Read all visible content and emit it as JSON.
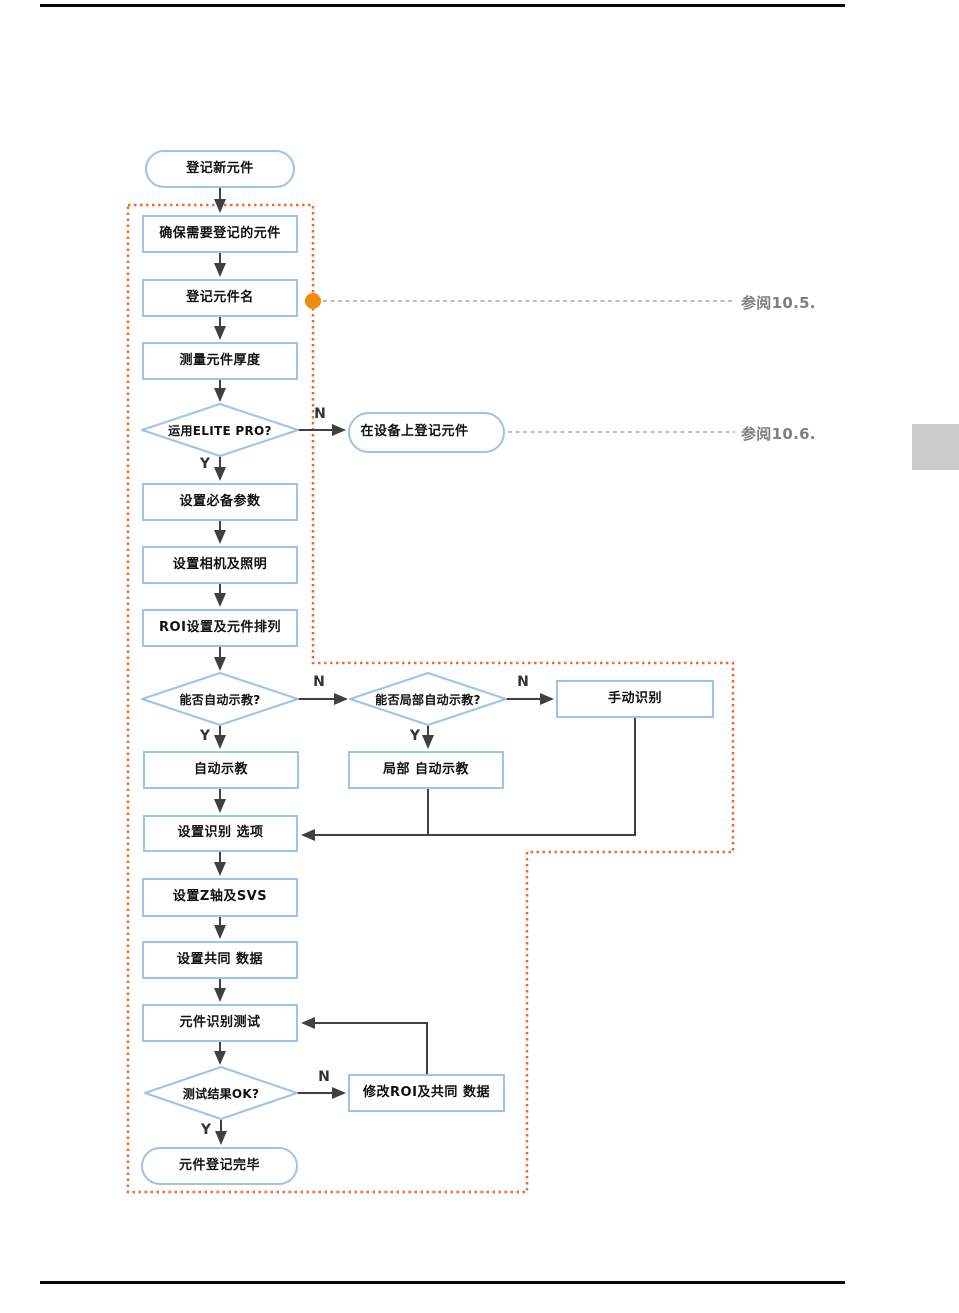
{
  "flowchart": {
    "nodes": {
      "start": "登记新元件",
      "confirm": "确保需要登记的元件",
      "register_name": "登记元件名",
      "measure": "测量元件厚度",
      "elite_pro_q": "运用ELITE PRO?",
      "register_on_machine": "在设备上登记元件",
      "required_params": "设置必备参数",
      "camera_lighting": "设置相机及照明",
      "roi_layout": "ROI设置及元件排列",
      "auto_teach_q": "能否自动示教?",
      "partial_auto_teach_q": "能否局部自动示教?",
      "manual_recognition": "手动识别",
      "auto_teach": "自动示教",
      "partial_auto_teach": "局部 自动示教",
      "recognition_options": "设置识别 选项",
      "z_axis_svs": "设置Z轴及SVS",
      "common_data": "设置共同 数据",
      "recognition_test": "元件识别测试",
      "test_ok_q": "测试结果OK?",
      "modify_roi": "修改ROI及共同 数据",
      "end": "元件登记完毕"
    },
    "branch": {
      "yes": "Y",
      "no": "N"
    },
    "annotations": {
      "ref_105": "参阅10.5.",
      "ref_106": "参阅10.6."
    },
    "colors": {
      "node_border": "#9DC3E6",
      "arrow": "#404040",
      "callout_dot": "#F28C0C",
      "dotted_border": "#F4682B",
      "leader_line": "#ABABAB",
      "ref_text": "#7F7F7F",
      "chapter_tab": "#CBCBCB",
      "page_rule": "#0A0A0A"
    }
  }
}
